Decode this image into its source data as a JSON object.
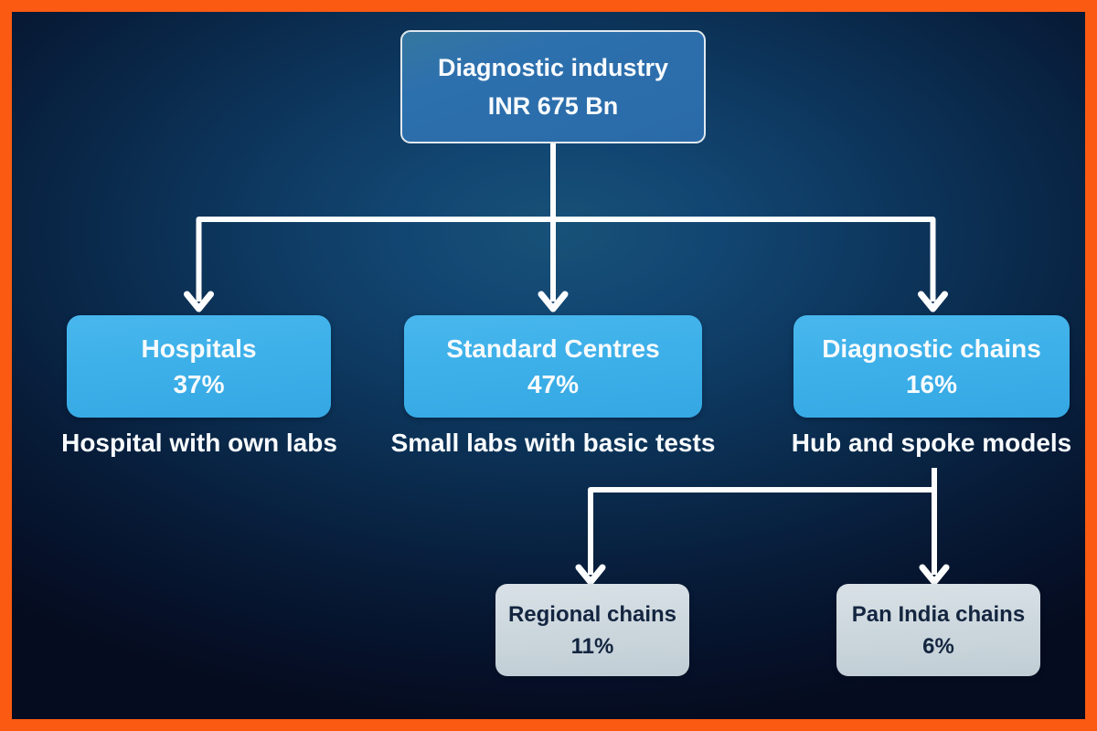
{
  "palette": {
    "frame_orange": "#fa5a12",
    "background_center": "#175178",
    "background_edge": "#050c1f",
    "root_box_fill": "#2d70ae",
    "root_box_border": "#e0e8ee",
    "child_box_fill": "#3db0e9",
    "leaf_box_fill": "#ccd7dd",
    "leaf_text_color": "#142540",
    "connector_color": "#fcfdfe",
    "text_color": "#f8fbfd"
  },
  "root": {
    "line1": "Diagnostic industry",
    "line2": "INR 675 Bn"
  },
  "children": [
    {
      "label": "Hospitals",
      "value": "37%",
      "caption": "Hospital with own labs"
    },
    {
      "label": "Standard Centres",
      "value": "47%",
      "caption": "Small labs with basic tests"
    },
    {
      "label": "Diagnostic chains",
      "value": "16%",
      "caption": "Hub and spoke models"
    }
  ],
  "leaves": [
    {
      "label": "Regional chains",
      "value": "11%"
    },
    {
      "label": "Pan India chains",
      "value": "6%"
    }
  ]
}
